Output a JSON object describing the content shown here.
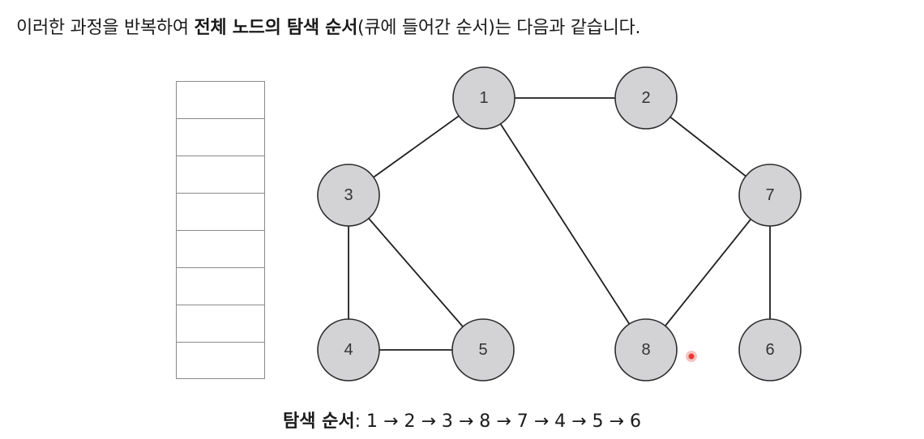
{
  "intro": {
    "prefix": "이러한 과정을 반복하여 ",
    "bold": "전체 노드의 탐색 순서",
    "suffix": "(큐에 들어간 순서)는 다음과 같습니다."
  },
  "graph": {
    "nodes": [
      "1",
      "2",
      "3",
      "4",
      "5",
      "6",
      "7",
      "8"
    ],
    "edges": [
      [
        "1",
        "2"
      ],
      [
        "1",
        "3"
      ],
      [
        "1",
        "8"
      ],
      [
        "2",
        "7"
      ],
      [
        "3",
        "4"
      ],
      [
        "3",
        "5"
      ],
      [
        "4",
        "5"
      ],
      [
        "7",
        "8"
      ],
      [
        "7",
        "6"
      ]
    ]
  },
  "queue": {
    "slots": 8
  },
  "order": {
    "label": "탐색 순서",
    "sequence": "1 → 2 → 3 → 8 → 7 → 4 → 5 → 6"
  },
  "colors": {
    "node_fill": "#d3d3d6",
    "node_stroke": "#2b2b2b",
    "cursor": "#e53935"
  }
}
